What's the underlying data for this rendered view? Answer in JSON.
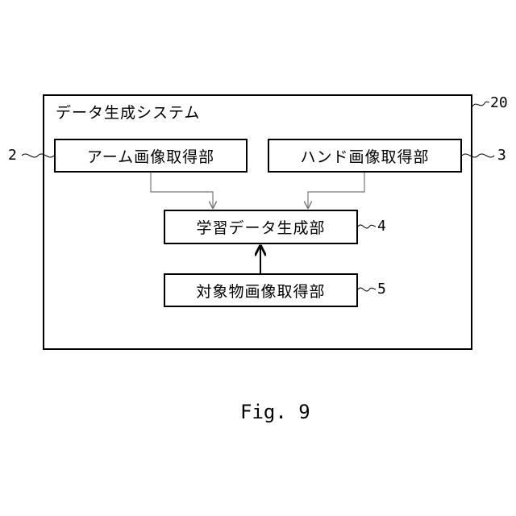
{
  "system": {
    "title": "データ生成システム",
    "ref": "20"
  },
  "blocks": {
    "arm": {
      "label": "アーム画像取得部",
      "ref": "2"
    },
    "hand": {
      "label": "ハンド画像取得部",
      "ref": "3"
    },
    "learning": {
      "label": "学習データ生成部",
      "ref": "4"
    },
    "object": {
      "label": "対象物画像取得部",
      "ref": "5"
    }
  },
  "caption": "Fig. 9",
  "colors": {
    "stroke": "#000000",
    "thin_arrow": "#777777",
    "background": "#ffffff"
  }
}
